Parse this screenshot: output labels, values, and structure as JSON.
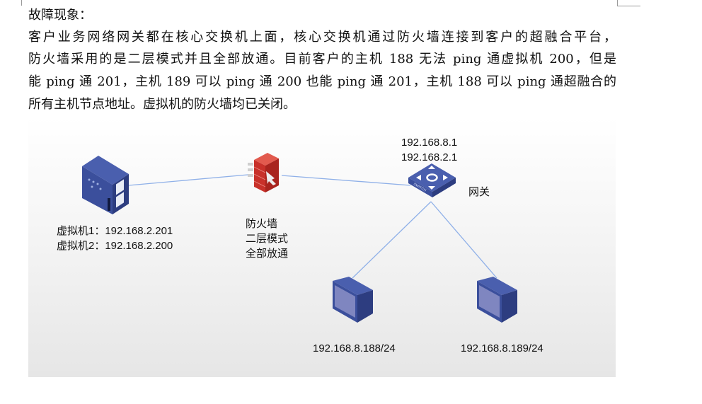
{
  "document": {
    "heading": "故障现象：",
    "paragraph_lines": [
      "客户业务网络网关都在核心交换机上面，核心交换机通过防火墙连接到客户的超融合平台，",
      "防火墙采用的是二层模式并且全部放通。目前客户的主机 188 无法 ping 通虚拟机 200，但是",
      "能 ping 通 201，主机 189 可以 ping 通 200 也能 ping 通 201，主机 188 可以 ping 通超融合的",
      "所有主机节点地址。虚拟机的防火墙均已关闭。"
    ]
  },
  "diagram": {
    "server": {
      "icon": "server-icon",
      "labels": [
        "虚拟机1：192.168.2.201",
        "虚拟机2：192.168.2.200"
      ]
    },
    "firewall": {
      "icon": "firewall-icon",
      "labels": [
        "防火墙",
        "二层模式",
        "全部放通"
      ]
    },
    "switch": {
      "icon": "switch-icon",
      "ips": [
        "192.168.8.1",
        "192.168.2.1"
      ],
      "name": "网关",
      "badge": "SWITCH"
    },
    "hosts": [
      {
        "icon": "pc-icon",
        "label": "192.168.8.188/24"
      },
      {
        "icon": "pc-icon",
        "label": "192.168.8.189/24"
      }
    ],
    "colors": {
      "link": "#8fb0e8",
      "device": "#3b4f9c",
      "firewall": "#c8312a"
    }
  }
}
